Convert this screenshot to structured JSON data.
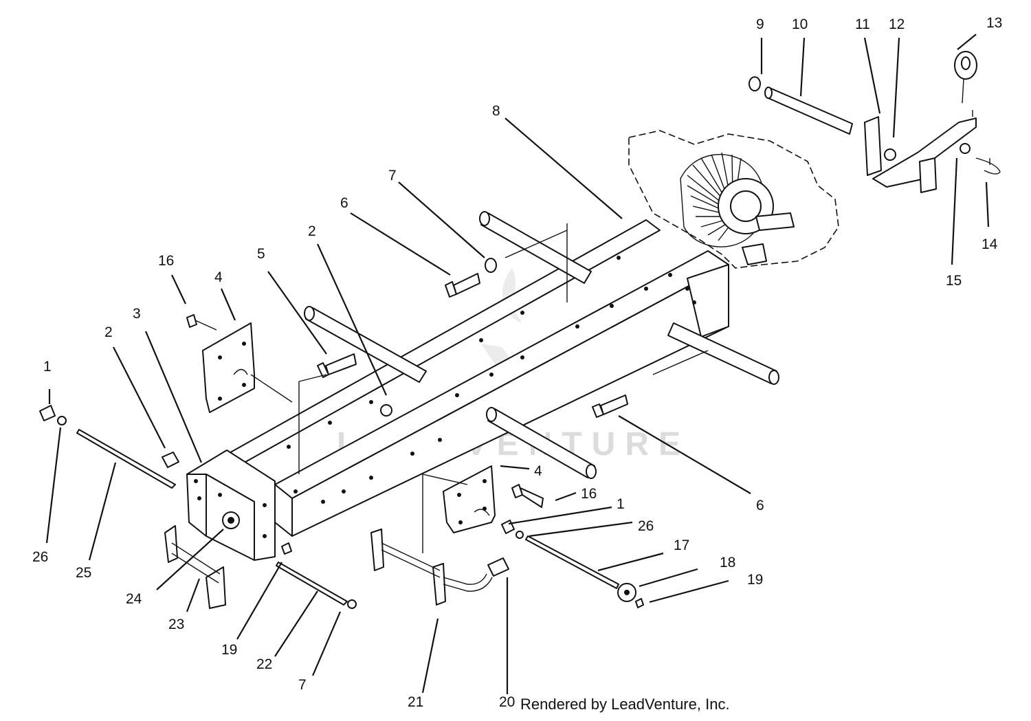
{
  "diagram": {
    "watermark": "LEADVENTURE",
    "credit": "Rendered by LeadVenture, Inc.",
    "callouts": [
      {
        "id": "c1a",
        "label": "1"
      },
      {
        "id": "c1b",
        "label": "1"
      },
      {
        "id": "c2a",
        "label": "2"
      },
      {
        "id": "c2b",
        "label": "2"
      },
      {
        "id": "c3",
        "label": "3"
      },
      {
        "id": "c4a",
        "label": "4"
      },
      {
        "id": "c4b",
        "label": "4"
      },
      {
        "id": "c5",
        "label": "5"
      },
      {
        "id": "c6a",
        "label": "6"
      },
      {
        "id": "c6b",
        "label": "6"
      },
      {
        "id": "c7a",
        "label": "7"
      },
      {
        "id": "c7b",
        "label": "7"
      },
      {
        "id": "c8",
        "label": "8"
      },
      {
        "id": "c9",
        "label": "9"
      },
      {
        "id": "c10",
        "label": "10"
      },
      {
        "id": "c11",
        "label": "11"
      },
      {
        "id": "c12",
        "label": "12"
      },
      {
        "id": "c13",
        "label": "13"
      },
      {
        "id": "c14",
        "label": "14"
      },
      {
        "id": "c15",
        "label": "15"
      },
      {
        "id": "c16a",
        "label": "16"
      },
      {
        "id": "c16b",
        "label": "16"
      },
      {
        "id": "c17",
        "label": "17"
      },
      {
        "id": "c18",
        "label": "18"
      },
      {
        "id": "c19a",
        "label": "19"
      },
      {
        "id": "c19b",
        "label": "19"
      },
      {
        "id": "c20",
        "label": "20"
      },
      {
        "id": "c21",
        "label": "21"
      },
      {
        "id": "c22",
        "label": "22"
      },
      {
        "id": "c23",
        "label": "23"
      },
      {
        "id": "c24",
        "label": "24"
      },
      {
        "id": "c25",
        "label": "25"
      },
      {
        "id": "c26a",
        "label": "26"
      },
      {
        "id": "c26b",
        "label": "26"
      }
    ]
  }
}
